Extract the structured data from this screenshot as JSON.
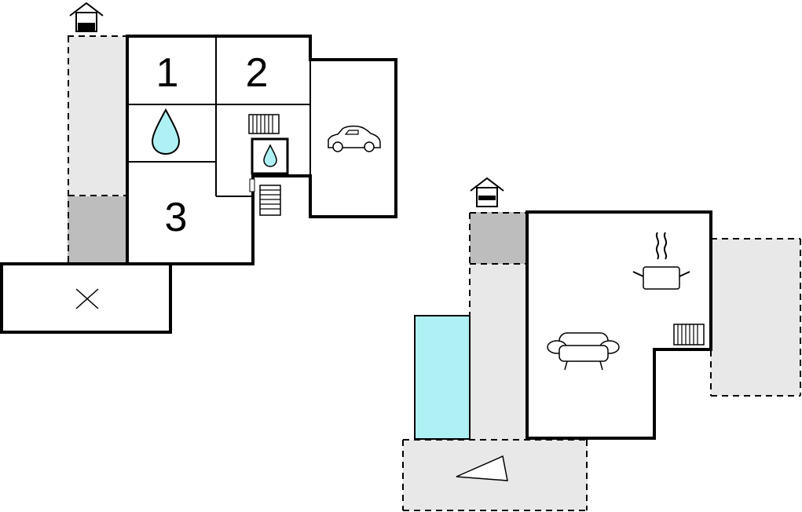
{
  "plan": {
    "room_labels": [
      "1",
      "2",
      "3"
    ],
    "colors": {
      "wall": "#000000",
      "terrace": "#e8e8e8",
      "covered_terrace": "#bdbdbd",
      "water": "#aef0f3",
      "background": "#ffffff"
    },
    "icons": [
      "entrance-icon",
      "bathroom-drop-icon",
      "radiator-icon",
      "car-garage-icon",
      "stairs-icon",
      "kitchen-pot-icon",
      "sofa-icon",
      "pool",
      "sun-lounger-icon",
      "storage-x-icon"
    ]
  }
}
